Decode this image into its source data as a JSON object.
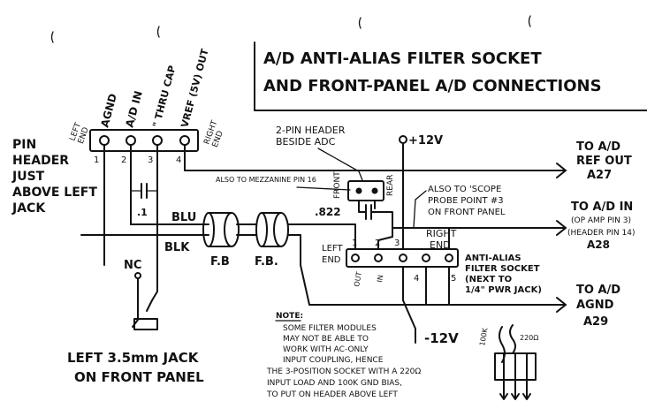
{
  "title": {
    "line1": "A/D ANTI-ALIAS FILTER SOCKET",
    "line2": "AND FRONT-PANEL A/D CONNECTIONS"
  },
  "pin_header": {
    "label_lines": [
      "PIN",
      "HEADER",
      "JUST",
      "ABOVE LEFT",
      "JACK"
    ],
    "left_end": [
      "LEFT",
      "END"
    ],
    "right_end": [
      "RIGHT",
      "END"
    ],
    "pins": [
      "AGND",
      "A/D IN",
      "\" THRU CAP",
      "VREF (5V) OUT"
    ],
    "pin_numbers": [
      "1",
      "2",
      "3",
      "4"
    ],
    "cap_label": ".1"
  },
  "two_pin_header": {
    "label_lines": [
      "2-PIN HEADER",
      "BESIDE ADC"
    ],
    "front": "FRONT",
    "rear": "REAR",
    "cap_label": ".822",
    "mezz_note": "ALSO TO MEZZANINE PIN 16"
  },
  "supply": {
    "plus12": "+12V",
    "minus12": "-12V"
  },
  "scope_note": [
    "ALSO TO 'SCOPE",
    "PROBE POINT #3",
    "ON FRONT PANEL"
  ],
  "socket": {
    "left_end": [
      "LEFT",
      "END"
    ],
    "right_end": [
      "RIGHT",
      "END"
    ],
    "pin_numbers": [
      "1",
      "2",
      "3",
      "4",
      "5"
    ],
    "pin_labels": [
      "OUT",
      "IN"
    ],
    "label_lines": [
      "ANTI-ALIAS",
      "FILTER SOCKET",
      "(NEXT TO",
      "1/4\" PWR JACK)"
    ]
  },
  "outputs": [
    {
      "lines": [
        "TO A/D",
        "REF OUT",
        "A27"
      ]
    },
    {
      "lines": [
        "TO A/D IN",
        "(OP AMP PIN 3)",
        "(HEADER PIN 14)",
        "A28"
      ]
    },
    {
      "lines": [
        "TO A/D",
        "AGND",
        "A29"
      ]
    }
  ],
  "wires": {
    "blu": "BLU",
    "blk": "BLK",
    "fb1": "F.B",
    "fb2": "F.B.",
    "nc": "NC"
  },
  "jack_label": [
    "LEFT 3.5mm JACK",
    "ON FRONT PANEL"
  ],
  "note": {
    "heading": "NOTE:",
    "lines": [
      "SOME FILTER MODULES",
      "MAY NOT BE ABLE TO",
      "WORK WITH AC-ONLY",
      "INPUT COUPLING, HENCE",
      "THE 3-POSITION SOCKET WITH A 220Ω",
      "INPUT LOAD AND 100K GND BIAS,",
      "TO PUT ON HEADER ABOVE LEFT"
    ]
  },
  "resistor_labels": [
    "100K",
    "220Ω"
  ]
}
